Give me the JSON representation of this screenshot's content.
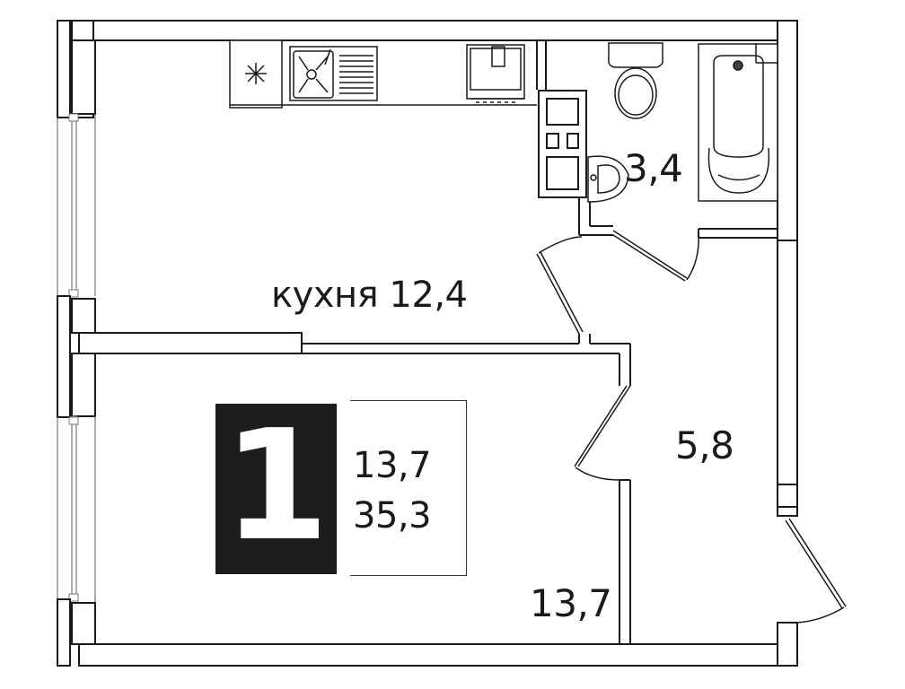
{
  "plan": {
    "type": "apartment-floor-plan",
    "rooms": [
      {
        "id": "kitchen",
        "name": "кухня",
        "area": "12,4",
        "label": "кухня 12,4"
      },
      {
        "id": "bathroom",
        "area": "3,4",
        "label": "3,4"
      },
      {
        "id": "hallway",
        "area": "5,8",
        "label": "5,8"
      },
      {
        "id": "living-room",
        "area": "13,7",
        "label": "13,7"
      }
    ],
    "summary": {
      "room_count": "1",
      "living_area": "13,7",
      "total_area": "35,3"
    },
    "colors": {
      "wall": "#1a1a1a",
      "badge_bg": "#1e1d1d",
      "badge_text": "#ffffff",
      "background": "#ffffff"
    }
  }
}
